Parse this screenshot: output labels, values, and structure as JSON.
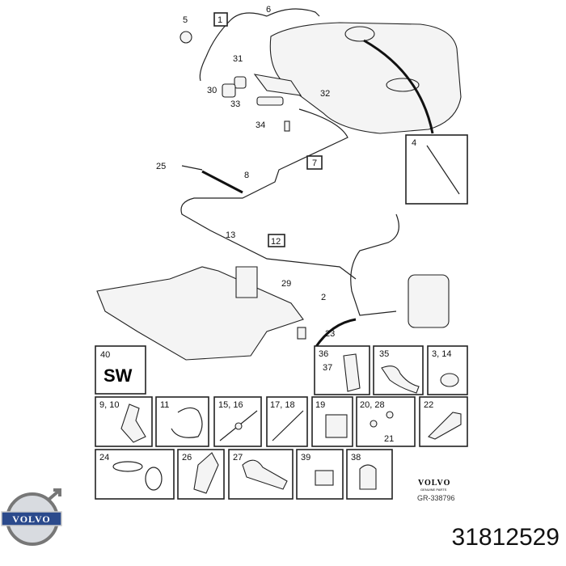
{
  "diagram": {
    "callouts": {
      "c5": "5",
      "c1": "1",
      "c6": "6",
      "c31": "31",
      "c30": "30",
      "c32": "32",
      "c33": "33",
      "c34": "34",
      "c4": "4",
      "c25": "25",
      "c8": "8",
      "c7": "7",
      "c13": "13",
      "c12": "12",
      "c29": "29",
      "c2": "2",
      "c23": "23"
    },
    "detail_boxes": [
      {
        "label": "40",
        "text": "SW"
      },
      {
        "label": "36",
        "sub": "37"
      },
      {
        "label": "35"
      },
      {
        "label": "3, 14"
      },
      {
        "label": "9, 10"
      },
      {
        "label": "11"
      },
      {
        "label": "15, 16"
      },
      {
        "label": "17, 18"
      },
      {
        "label": "19"
      },
      {
        "label": "20, 28",
        "sub": "21"
      },
      {
        "label": "22"
      },
      {
        "label": "24"
      },
      {
        "label": "26"
      },
      {
        "label": "27"
      },
      {
        "label": "39"
      },
      {
        "label": "38"
      }
    ],
    "brand": {
      "name": "VOLVO",
      "tagline": "GENUINE PARTS",
      "ref": "GR-338796"
    }
  },
  "logo": {
    "text": "VOLVO",
    "color": "#2b4a8c"
  },
  "part_number": "31812529"
}
